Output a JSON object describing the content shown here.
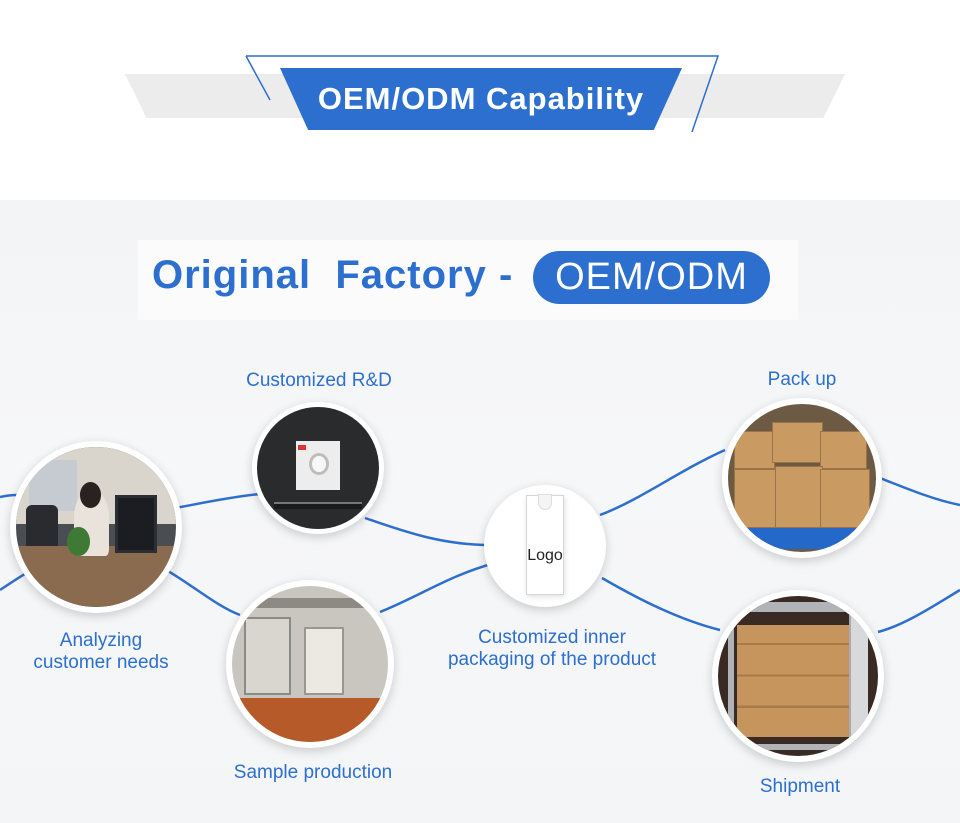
{
  "banner": {
    "title": "OEM/ODM Capability"
  },
  "heading": {
    "text": "Original  Factory -",
    "pill": "OEM/ODM"
  },
  "steps": [
    {
      "label": "Analyzing\ncustomer needs",
      "label_lines": [
        "Analyzing",
        "customer needs"
      ],
      "icon": "office-photo"
    },
    {
      "label": "Customized R&D",
      "icon": "rnd-photo"
    },
    {
      "label": "Sample production",
      "icon": "factory-photo"
    },
    {
      "label": "Customized inner packaging of the product",
      "label_lines": [
        "Customized inner",
        "packaging of the product"
      ],
      "icon": "packaging-box",
      "box_text": "Logo"
    },
    {
      "label": "Pack up",
      "icon": "cartons-photo"
    },
    {
      "label": "Shipment",
      "icon": "container-photo"
    }
  ],
  "colors": {
    "brand_blue": "#2c6fcf",
    "band_gray": "#ececec",
    "background": "#f4f5f7"
  }
}
